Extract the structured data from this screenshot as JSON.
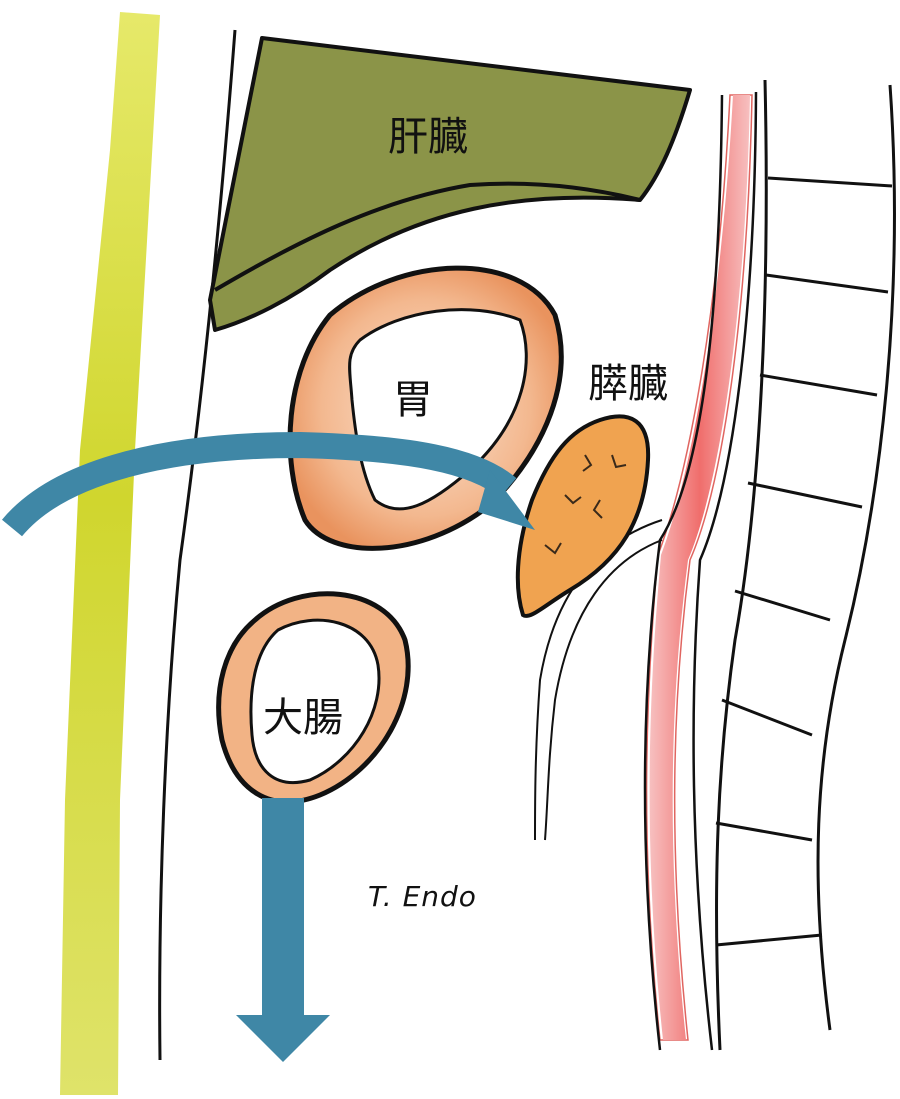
{
  "labels": {
    "liver": "肝臓",
    "stomach": "胃",
    "pancreas": "膵臓",
    "colon": "大腸"
  },
  "signature": "T. Endo",
  "colors": {
    "abdominal_wall": "#d3d83a",
    "liver": "#8b9448",
    "organ_wall": "#f0a06a",
    "pancreas": "#f0a350",
    "aorta": "#f07a78",
    "arrow": "#3f87a6"
  },
  "icons": {
    "curved_arrow": "curved-arrow-icon",
    "down_arrow": "down-arrow-icon"
  }
}
